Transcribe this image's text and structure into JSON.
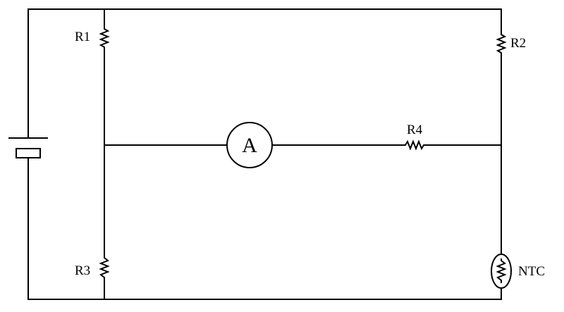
{
  "labels": {
    "r1": "R1",
    "r2": "R2",
    "r3": "R3",
    "r4": "R4",
    "ntc": "NTC",
    "ammeter": "A"
  }
}
